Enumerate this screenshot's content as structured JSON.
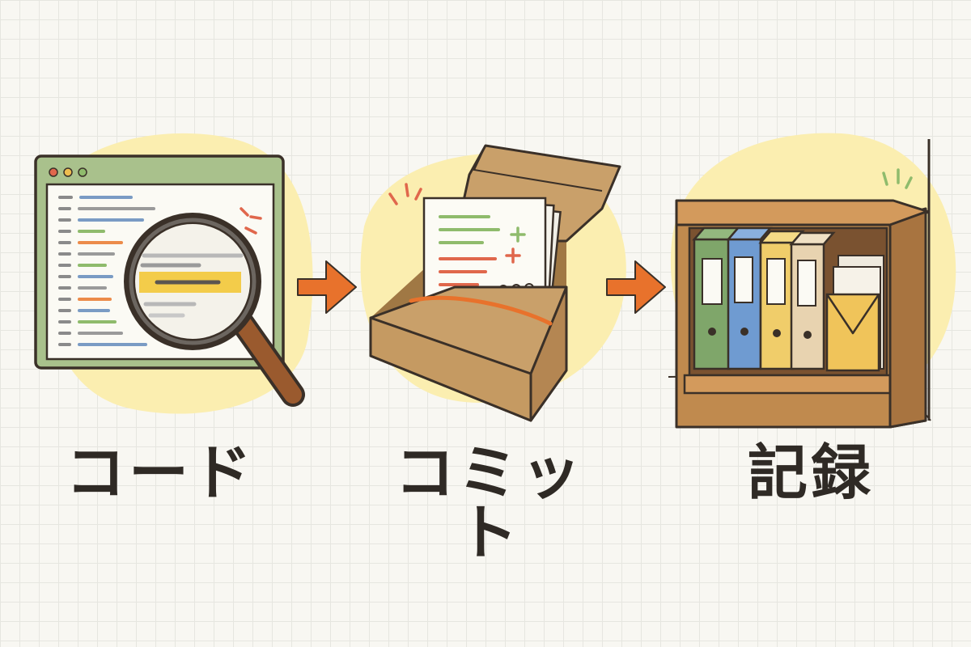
{
  "steps": [
    {
      "label": "コード",
      "icon": "code-window-magnifier-icon"
    },
    {
      "label": "コミット",
      "icon": "commit-box-icon"
    },
    {
      "label": "記録",
      "icon": "archive-bookshelf-icon"
    }
  ],
  "connectors": [
    "arrow-right-icon",
    "arrow-right-icon"
  ],
  "colors": {
    "background": "#f8f7f2",
    "highlight_blob": "#fbeeb0",
    "arrow": "#e8722c",
    "outline": "#3a3028",
    "window_frame": "#a9c18c",
    "cardboard": "#c9a06a",
    "wood": "#c08a4e",
    "binder_green": "#7fa66a",
    "binder_blue": "#6f9bd1",
    "binder_yellow": "#f0cd6a",
    "binder_beige": "#e8d3b0"
  }
}
